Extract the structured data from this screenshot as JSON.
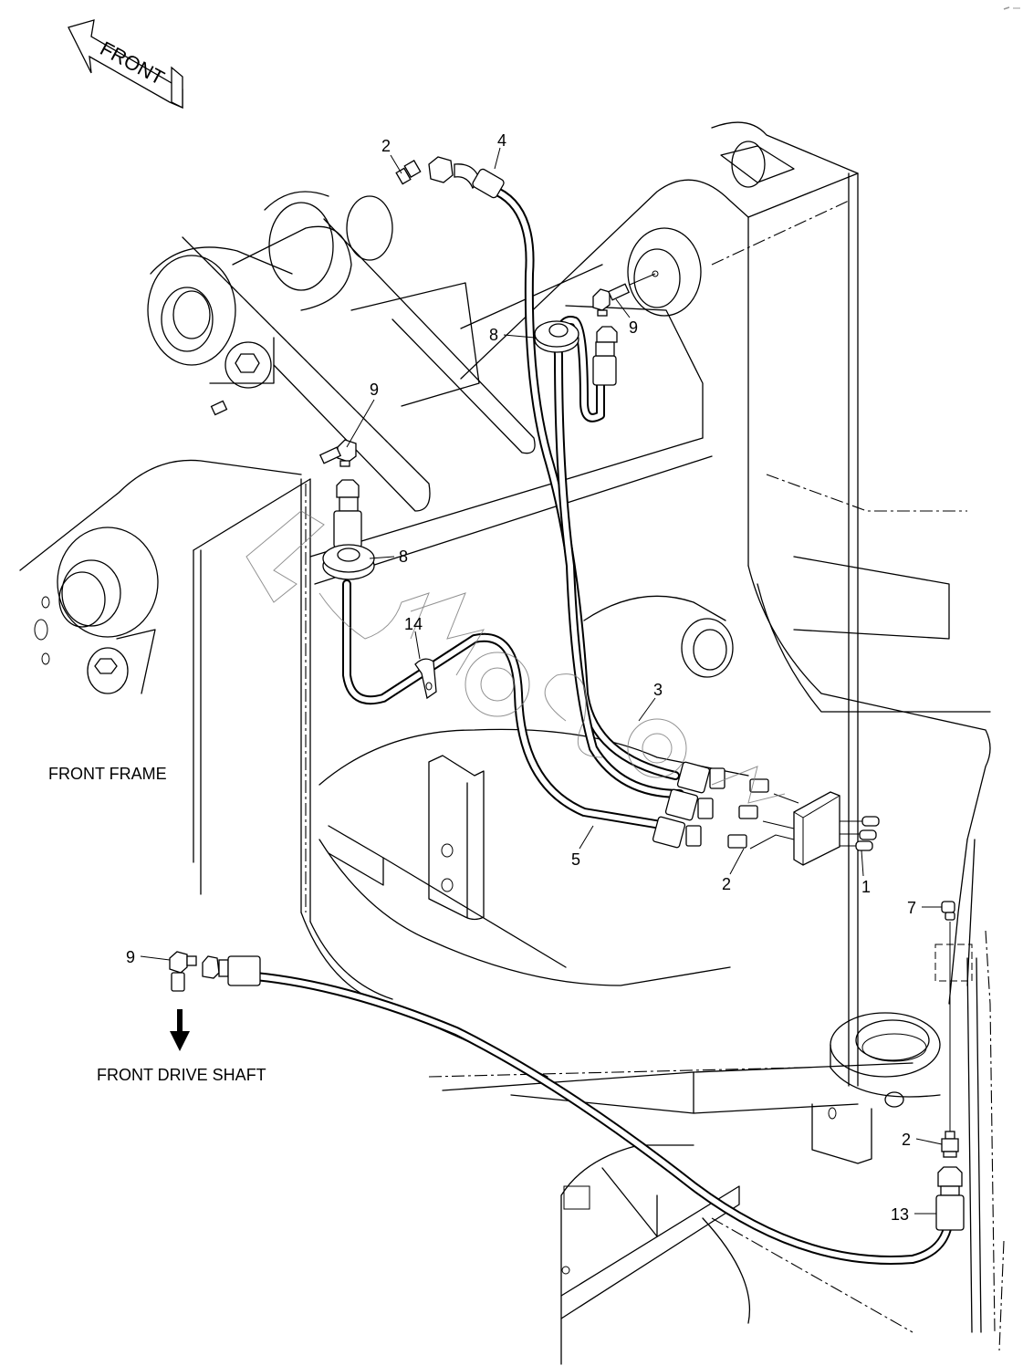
{
  "direction_arrow": {
    "label": "FRONT",
    "icon": "front-direction-arrow-icon"
  },
  "captions": {
    "front_frame": "FRONT FRAME",
    "front_drive_shaft": "FRONT DRIVE SHAFT"
  },
  "callouts": [
    {
      "id": "c-2-top",
      "number": "2"
    },
    {
      "id": "c-4",
      "number": "4"
    },
    {
      "id": "c-9-upper-right",
      "number": "9"
    },
    {
      "id": "c-8-upper",
      "number": "8"
    },
    {
      "id": "c-9-middle",
      "number": "9"
    },
    {
      "id": "c-8-lower",
      "number": "8"
    },
    {
      "id": "c-14",
      "number": "14"
    },
    {
      "id": "c-3",
      "number": "3"
    },
    {
      "id": "c-5",
      "number": "5"
    },
    {
      "id": "c-2-middle",
      "number": "2"
    },
    {
      "id": "c-1",
      "number": "1"
    },
    {
      "id": "c-7",
      "number": "7"
    },
    {
      "id": "c-9-lower-left",
      "number": "9"
    },
    {
      "id": "c-2-lower-right",
      "number": "2"
    },
    {
      "id": "c-13",
      "number": "13"
    }
  ],
  "watermark": "AutoSoft"
}
